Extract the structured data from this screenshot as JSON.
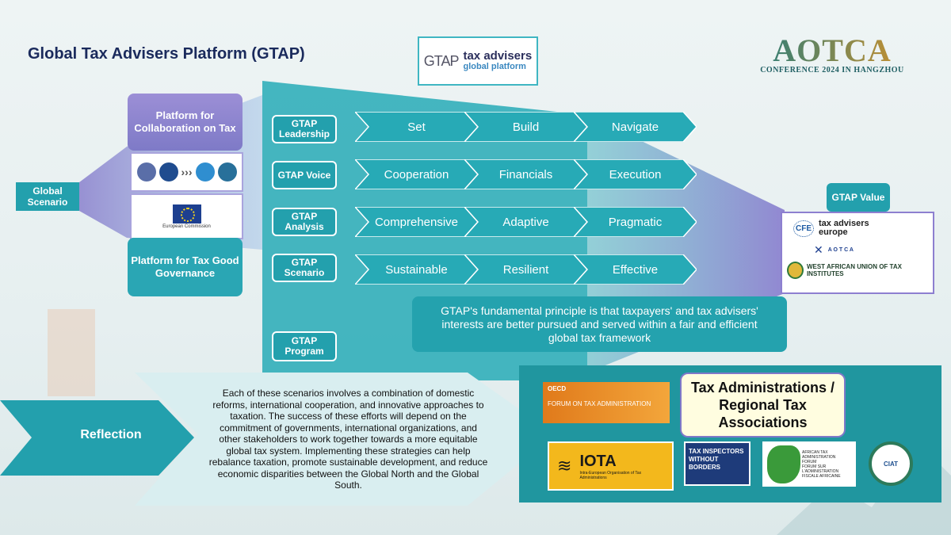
{
  "title": "Global Tax Advisers Platform (GTAP)",
  "gtap_logo": {
    "mark": "GTAP",
    "line1": "tax advisers",
    "line2": "global platform"
  },
  "aotca": {
    "name": "AOTCA",
    "subtitle": "CONFERENCE 2024 IN HANGZHOU"
  },
  "global_scenario": "Global Scenario",
  "platform_collab": "Platform for Collaboration on Tax",
  "platform_governance": "Platform for Tax Good Governance",
  "eu_caption": "European Commission",
  "rows": [
    {
      "label": "GTAP Leadership",
      "items": [
        "Set",
        "Build",
        "Navigate"
      ]
    },
    {
      "label": "GTAP Voice",
      "items": [
        "Cooperation",
        "Financials",
        "Execution"
      ]
    },
    {
      "label": "GTAP Analysis",
      "items": [
        "Comprehensive",
        "Adaptive",
        "Pragmatic"
      ]
    },
    {
      "label": "GTAP Scenario",
      "items": [
        "Sustainable",
        "Resilient",
        "Effective"
      ]
    }
  ],
  "gtap_program": "GTAP Program",
  "gtap_value": "GTAP Value",
  "value_orgs": {
    "cfe_mark": "CFE",
    "cfe_name": "tax advisers europe",
    "aotca_mark": "A O T C A",
    "waut": "WEST AFRICAN UNION OF TAX INSTITUTES"
  },
  "principle": "GTAP's fundamental principle is that taxpayers' and tax advisers' interests are better pursued and served within a fair and efficient global tax framework",
  "reflection_label": "Reflection",
  "reflection_text": "Each of these scenarios involves a combination of domestic reforms, international cooperation, and innovative approaches to taxation. The success of these efforts will depend on the commitment of governments, international organizations, and other stakeholders to work together towards a more equitable global tax system. Implementing these strategies can help rebalance taxation, promote sustainable development, and reduce economic disparities between the Global North and the Global South.",
  "ta_title": "Tax Administrations / Regional Tax Associations",
  "ta_logos": {
    "oecd": "OECD",
    "fta": "FORUM ON TAX ADMINISTRATION",
    "iota": "IOTA",
    "iota_sub": "Intra-European Organisation of Tax Administrations",
    "tiwb": "TAX INSPECTORS WITHOUT BORDERS",
    "ataf": "AFRICAN TAX ADMINISTRATION FORUM",
    "ataf_fr": "FORUM SUR L'ADMINISTRATION FISCALE AFRICAINE",
    "seal": "CIAT"
  },
  "colors": {
    "teal": "#23a0ad",
    "purple": "#8b80cf",
    "navy": "#1a2a5c"
  }
}
